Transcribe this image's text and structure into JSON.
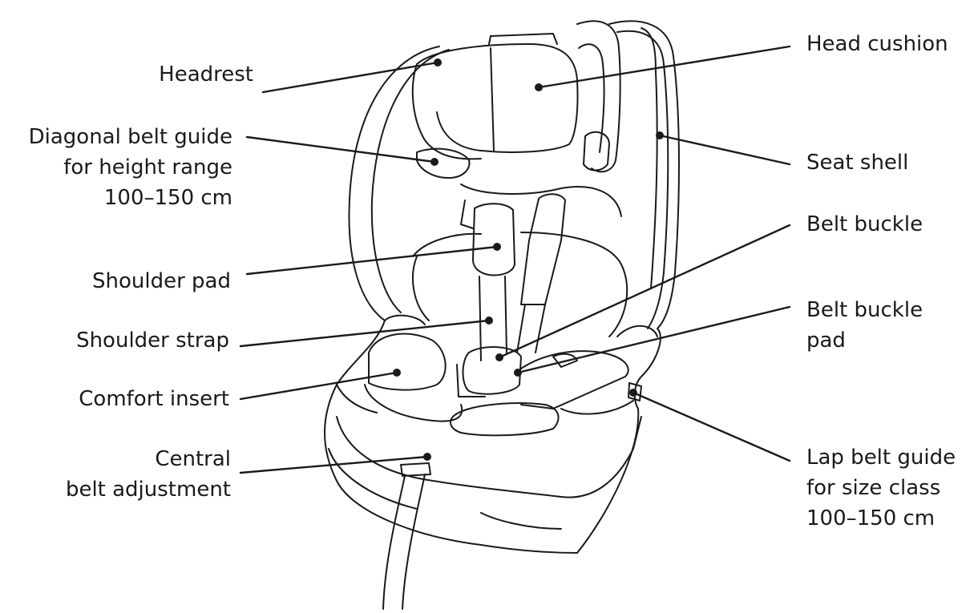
{
  "labels": {
    "headrest": [
      "Headrest"
    ],
    "diagonal_belt_guide": [
      "Diagonal belt guide",
      "for height range",
      "100–150 cm"
    ],
    "shoulder_pad": [
      "Shoulder pad"
    ],
    "shoulder_strap": [
      "Shoulder strap"
    ],
    "comfort_insert": [
      "Comfort insert"
    ],
    "central_belt_adjustment": [
      "Central",
      "belt adjustment"
    ],
    "head_cushion": [
      "Head cushion"
    ],
    "seat_shell": [
      "Seat shell"
    ],
    "belt_buckle": [
      "Belt buckle"
    ],
    "belt_buckle_pad": [
      "Belt buckle",
      "pad"
    ],
    "lap_belt_guide": [
      "Lap belt guide",
      "for size class",
      "100–150 cm"
    ]
  },
  "colors": {
    "ink": "#1a1a1a",
    "background": "#ffffff"
  }
}
